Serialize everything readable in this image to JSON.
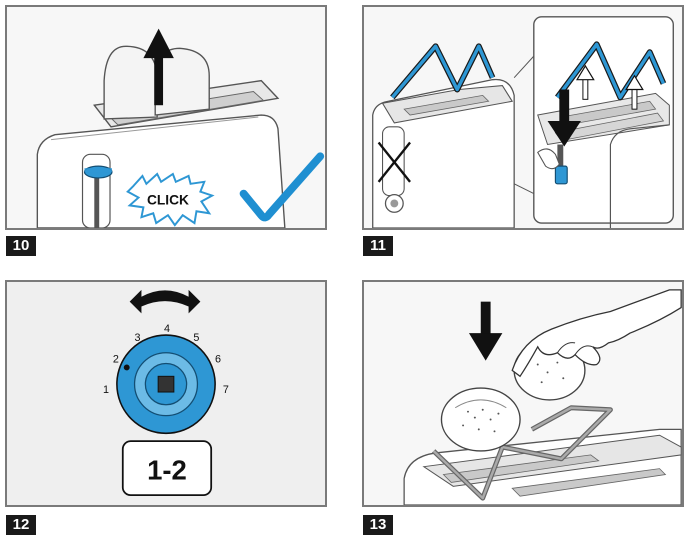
{
  "steps": [
    {
      "number": "10",
      "click_label": "CLICK"
    },
    {
      "number": "11"
    },
    {
      "number": "12",
      "dial_numbers": [
        "1",
        "2",
        "3",
        "4",
        "5",
        "6",
        "7"
      ],
      "setting_label": "1-2"
    },
    {
      "number": "13"
    }
  ],
  "colors": {
    "accent_blue": "#2e97d4",
    "check_blue": "#1f8fd1",
    "frame_gray": "#7a7a7a",
    "badge_black": "#1a1a1a"
  },
  "icons": {
    "step10": [
      "up-arrow-icon",
      "click-burst-icon",
      "checkmark-icon"
    ],
    "step11": [
      "cross-icon",
      "down-arrow-icon",
      "up-arrow-icon"
    ],
    "step12": [
      "double-arrow-icon",
      "browning-dial-icon"
    ],
    "step13": [
      "down-arrow-icon",
      "hand-icon",
      "bread-roll-icon"
    ]
  }
}
